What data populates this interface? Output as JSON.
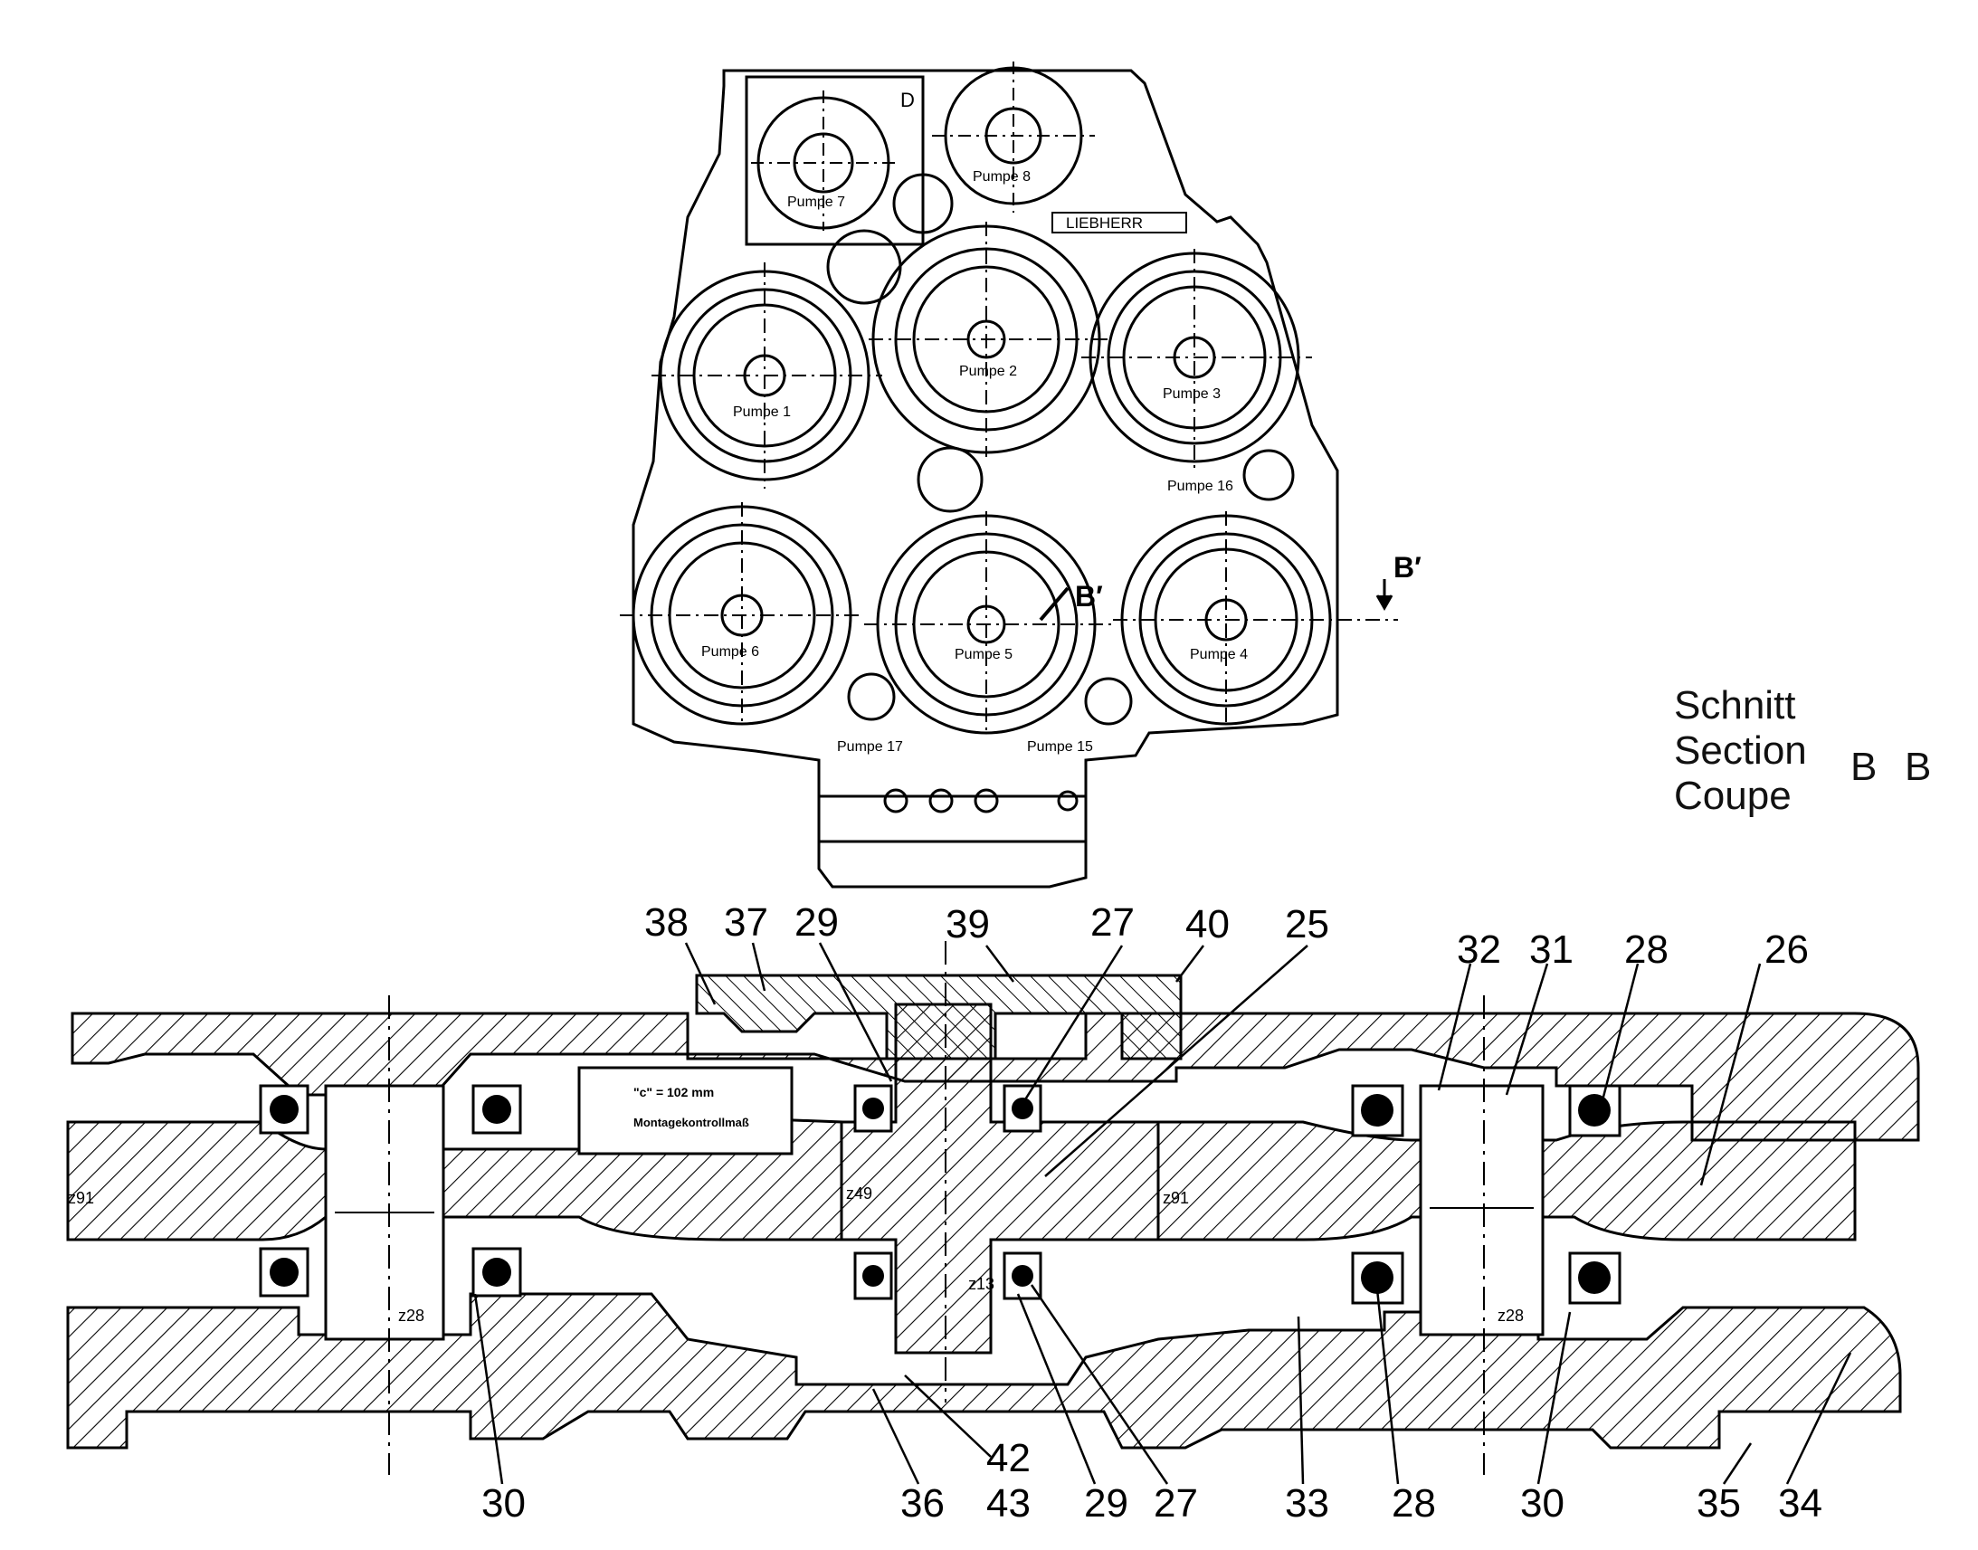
{
  "front_view": {
    "maker_plate": "LIEBHERR",
    "corner_letter": "D",
    "pumps": [
      {
        "label": "Pumpe 7"
      },
      {
        "label": "Pumpe 8"
      },
      {
        "label": "Pumpe 1"
      },
      {
        "label": "Pumpe 2"
      },
      {
        "label": "Pumpe 3"
      },
      {
        "label": "Pumpe 16"
      },
      {
        "label": "Pumpe 6"
      },
      {
        "label": "Pumpe 5"
      },
      {
        "label": "Pumpe 4"
      },
      {
        "label": "Pumpe 17"
      },
      {
        "label": "Pumpe 15"
      }
    ],
    "cut_marker_left": "B′",
    "cut_marker_right": "B′"
  },
  "section_caption": {
    "lines": [
      "Schnitt",
      "Section",
      "Coupe"
    ],
    "letters": [
      "B",
      "B"
    ]
  },
  "section_view": {
    "gear_marks": [
      "z91",
      "z28",
      "z49",
      "z13",
      "z91",
      "z28"
    ],
    "note_line1": "\"c\"  = 102 mm",
    "note_line2": "Montagekontrollmaß"
  },
  "callouts_top": [
    "38",
    "37",
    "29",
    "39",
    "27",
    "40",
    "25",
    "32",
    "31",
    "28",
    "26"
  ],
  "callouts_bottom": [
    "30",
    "36",
    "42",
    "43",
    "29",
    "27",
    "33",
    "28",
    "30",
    "35",
    "34"
  ]
}
